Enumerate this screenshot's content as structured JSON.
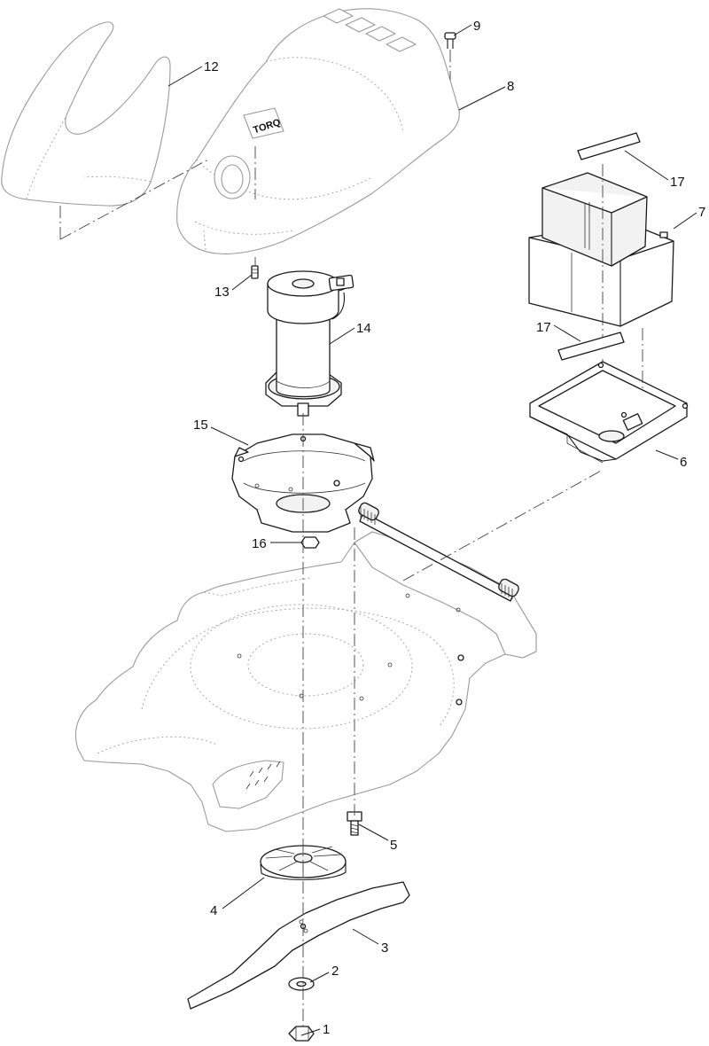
{
  "logo": {
    "text": "TORQ"
  },
  "callouts": [
    {
      "id": "1",
      "label": "1"
    },
    {
      "id": "2",
      "label": "2"
    },
    {
      "id": "3",
      "label": "3"
    },
    {
      "id": "4",
      "label": "4"
    },
    {
      "id": "5",
      "label": "5"
    },
    {
      "id": "6",
      "label": "6"
    },
    {
      "id": "7",
      "label": "7"
    },
    {
      "id": "8",
      "label": "8"
    },
    {
      "id": "9",
      "label": "9"
    },
    {
      "id": "12",
      "label": "12"
    },
    {
      "id": "13",
      "label": "13"
    },
    {
      "id": "14",
      "label": "14"
    },
    {
      "id": "15",
      "label": "15"
    },
    {
      "id": "16",
      "label": "16"
    },
    {
      "id": "17a",
      "label": "17"
    },
    {
      "id": "17b",
      "label": "17"
    }
  ]
}
